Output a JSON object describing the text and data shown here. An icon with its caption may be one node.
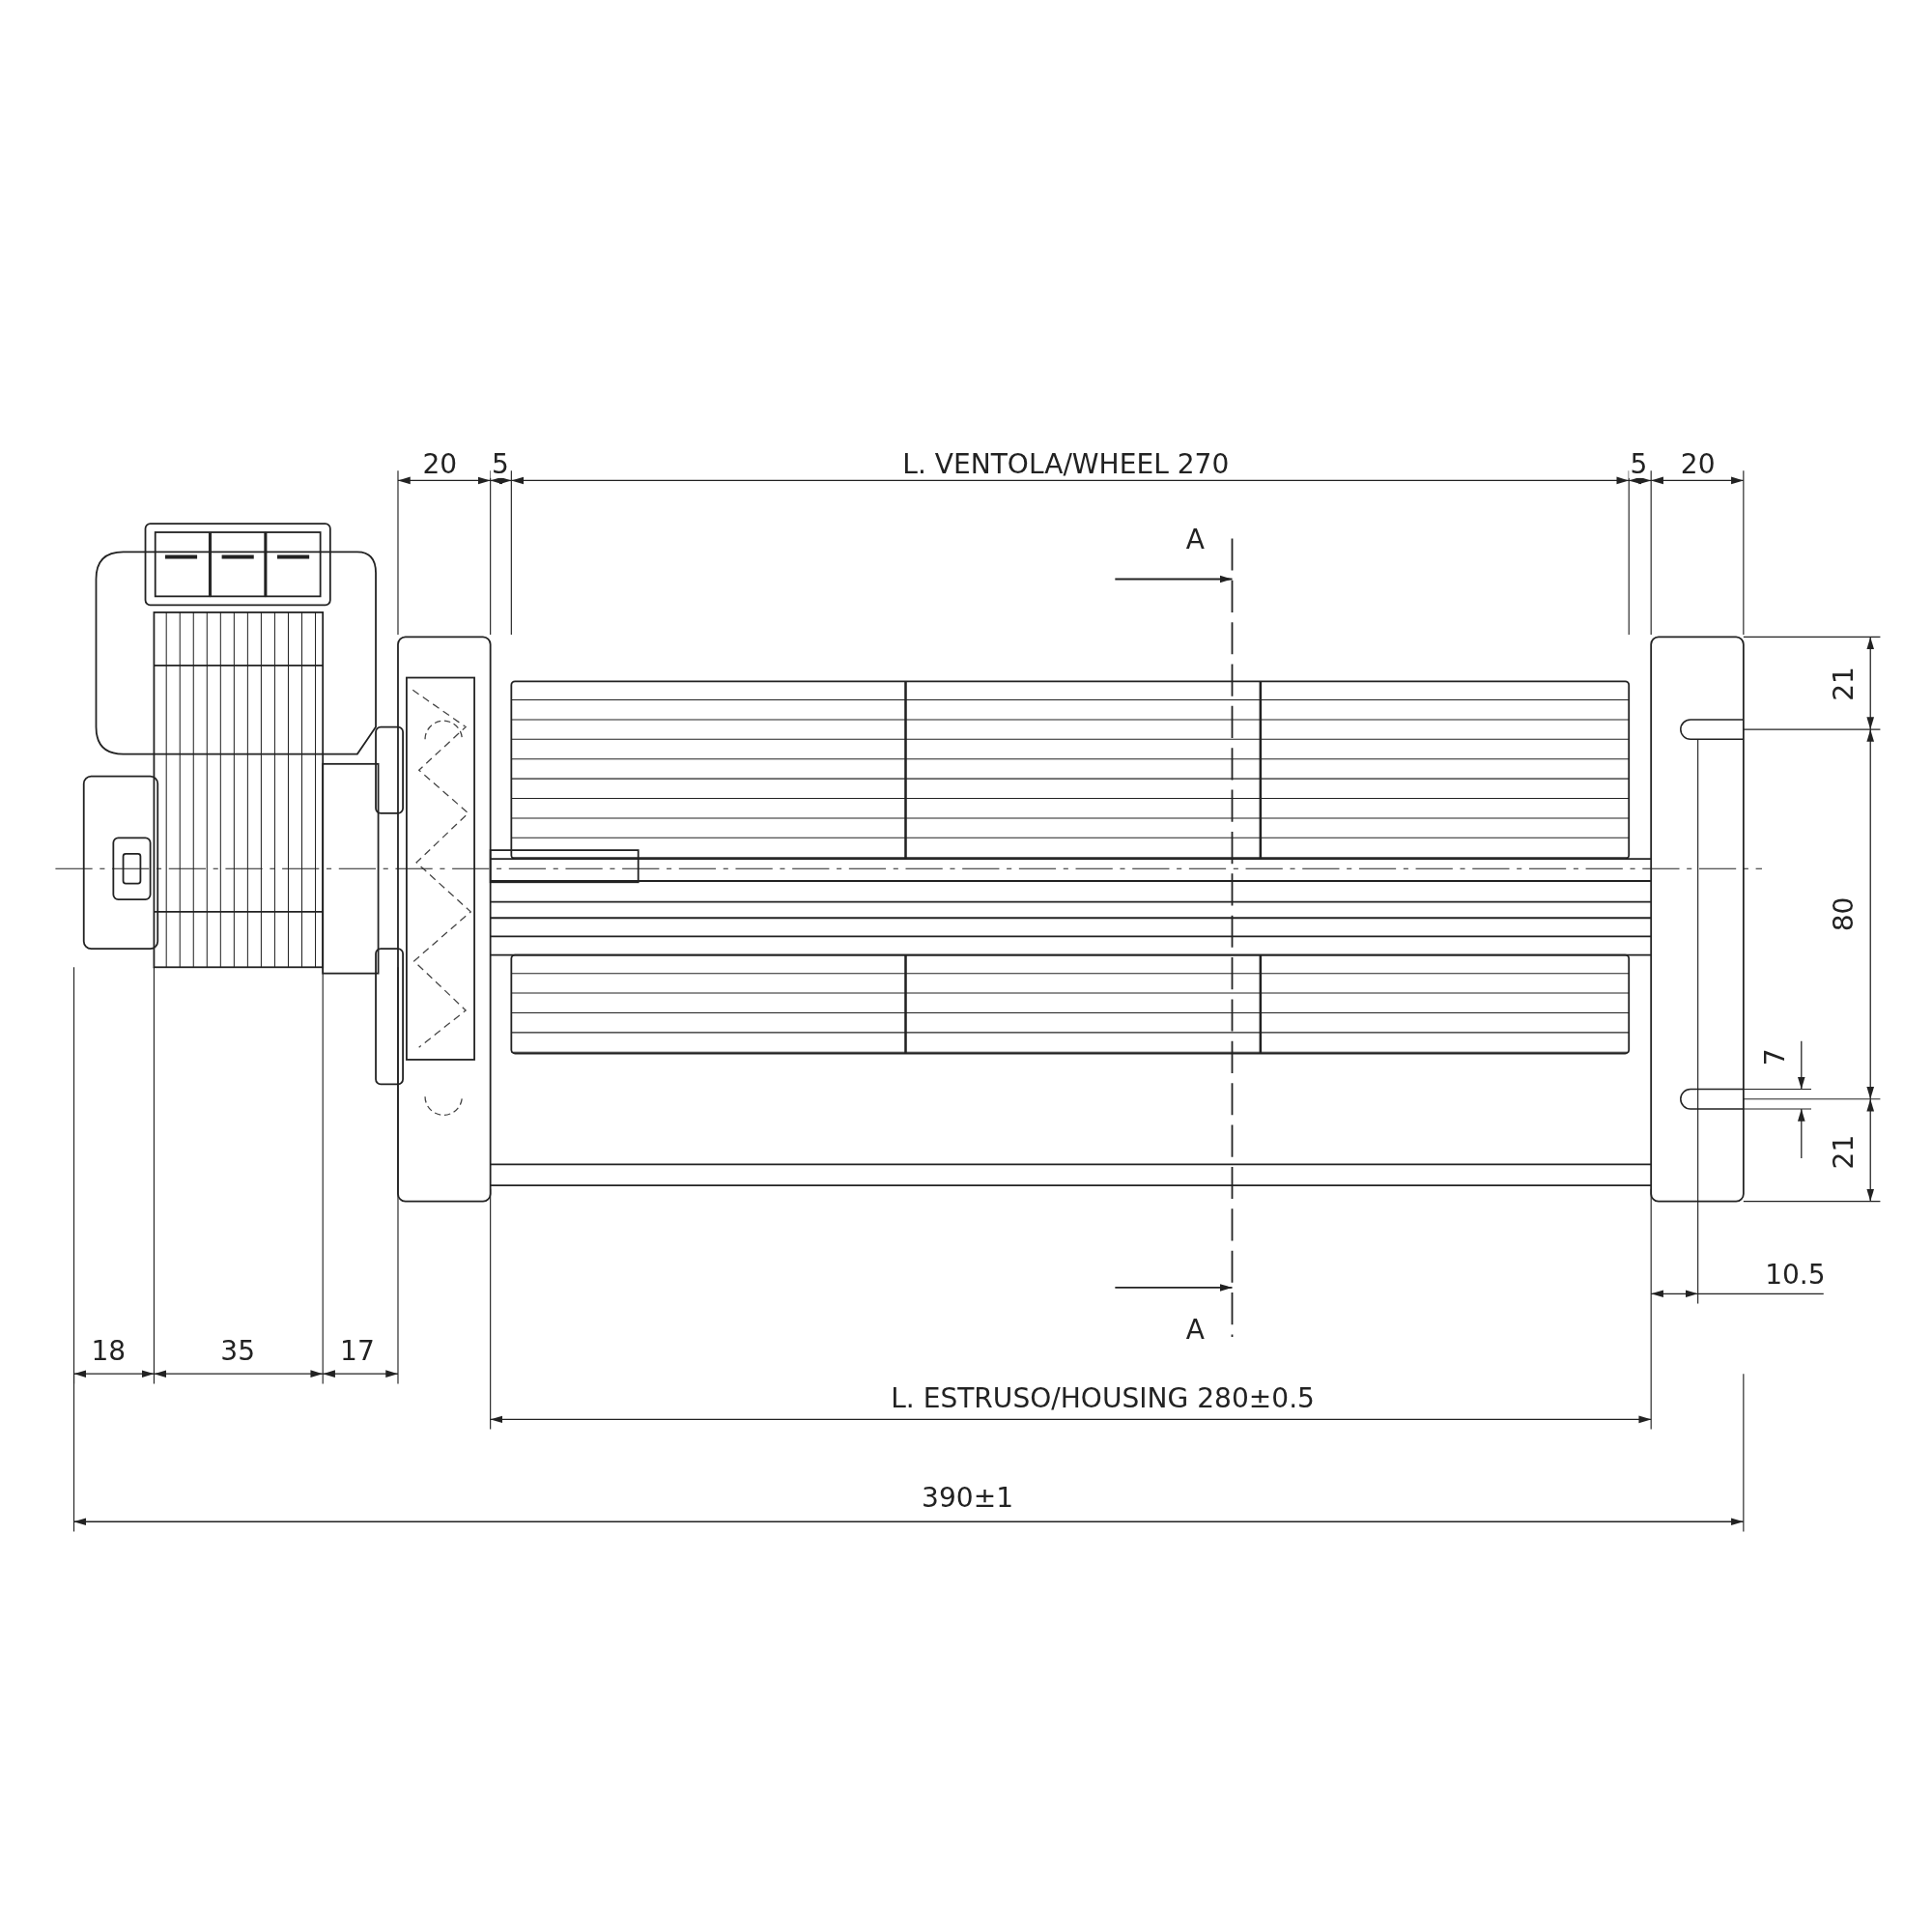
{
  "diagram": {
    "labels": [
      "20",
      "5",
      "L. VENTOLA/WHEEL 270",
      "5",
      "20",
      "A",
      "21",
      "80",
      "7",
      "21",
      "10.5",
      "A",
      "18",
      "35",
      "17",
      "L. ESTRUSO/HOUSING 280±0.5",
      "390±1"
    ]
  }
}
